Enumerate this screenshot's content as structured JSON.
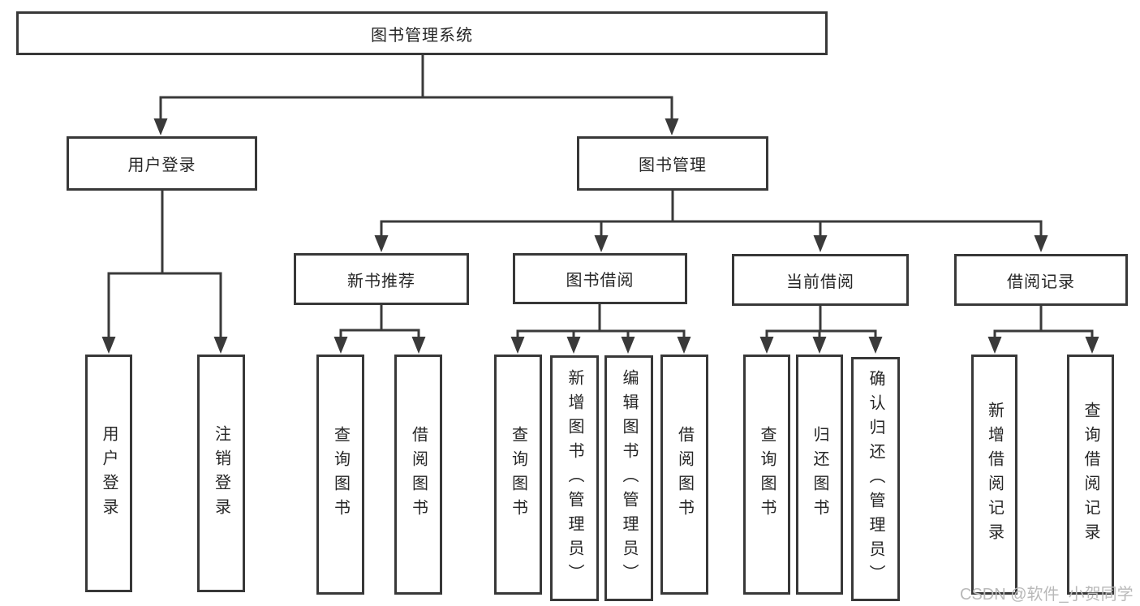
{
  "colors": {
    "background": "#ffffff",
    "line": "#3a3a3a",
    "box_border": "#383838",
    "text": "#262626",
    "watermark": "#b9b9b9"
  },
  "watermark": {
    "text": "CSDN @软件_小贺同学"
  },
  "tree": {
    "root": {
      "label": "图书管理系统"
    },
    "user_login": {
      "label": "用户登录",
      "children": [
        {
          "label": "用户登录"
        },
        {
          "label": "注销登录"
        }
      ]
    },
    "book_management": {
      "label": "图书管理",
      "groups": [
        {
          "label": "新书推荐",
          "children": [
            {
              "label": "查询图书"
            },
            {
              "label": "借阅图书"
            }
          ]
        },
        {
          "label": "图书借阅",
          "children": [
            {
              "label": "查询图书"
            },
            {
              "label": "新增图书（管理员）"
            },
            {
              "label": "编辑图书（管理员）"
            },
            {
              "label": "借阅图书"
            }
          ]
        },
        {
          "label": "当前借阅",
          "children": [
            {
              "label": "查询图书"
            },
            {
              "label": "归还图书"
            },
            {
              "label": "确认归还（管理员）"
            }
          ]
        },
        {
          "label": "借阅记录",
          "children": [
            {
              "label": "新增借阅记录"
            },
            {
              "label": "查询借阅记录"
            }
          ]
        }
      ]
    }
  }
}
